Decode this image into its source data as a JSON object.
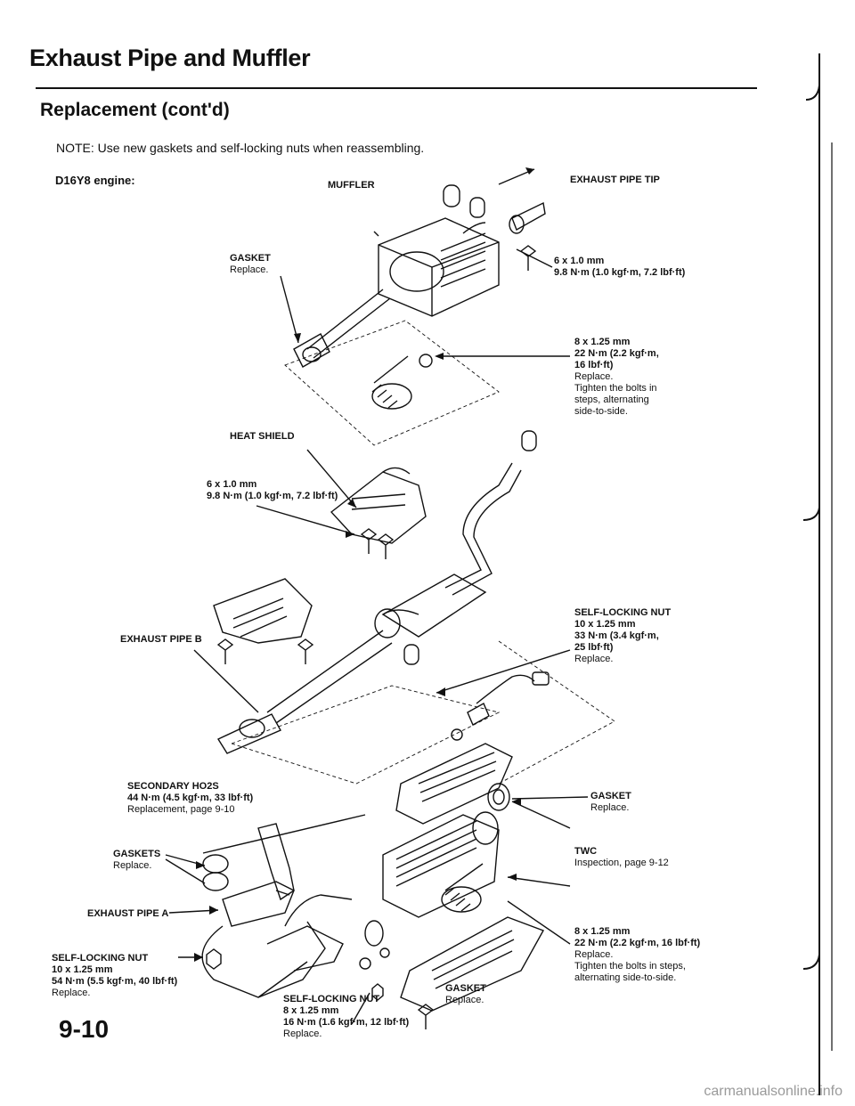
{
  "header": {
    "title": "Exhaust Pipe and Muffler",
    "section": "Replacement (cont'd)",
    "note": "NOTE:  Use new gaskets and self-locking nuts when reassembling.",
    "engine": "D16Y8 engine:"
  },
  "labels": {
    "muffler": "MUFFLER",
    "exhaust_pipe_tip": "EXHAUST PIPE TIP",
    "gasket_top": {
      "name": "GASKET",
      "note": "Replace."
    },
    "bolt_tip": {
      "size": "6 x 1.0 mm",
      "torque": "9.8 N·m (1.0 kgf·m, 7.2 lbf·ft)"
    },
    "spring_bolt_upper": {
      "size": "8 x 1.25 mm",
      "torque1": "22 N·m (2.2 kgf·m,",
      "torque2": "16 lbf·ft)",
      "line1": "Replace.",
      "line2": "Tighten the bolts in",
      "line3": "steps, alternating",
      "line4": "side-to-side."
    },
    "heat_shield": "HEAT SHIELD",
    "bolt_shield": {
      "size": "6 x 1.0 mm",
      "torque": "9.8 N·m (1.0 kgf·m, 7.2 lbf·ft)"
    },
    "exhaust_pipe_b": "EXHAUST PIPE B",
    "nut_upper": {
      "name": "SELF-LOCKING NUT",
      "size": "10 x 1.25 mm",
      "torque1": "33 N·m (3.4 kgf·m,",
      "torque2": "25 lbf·ft)",
      "note": "Replace."
    },
    "secondary_ho2s": {
      "name": "SECONDARY HO2S",
      "torque": "44 N·m (4.5 kgf·m, 33 lbf·ft)",
      "note": "Replacement, page 9-10"
    },
    "gasket_mid": {
      "name": "GASKET",
      "note": "Replace."
    },
    "twc": {
      "name": "TWC",
      "note": "Inspection, page 9-12"
    },
    "gaskets": {
      "name": "GASKETS",
      "note": "Replace."
    },
    "exhaust_pipe_a": "EXHAUST PIPE A",
    "spring_bolt_lower": {
      "size": "8 x 1.25 mm",
      "torque": "22 N·m (2.2 kgf·m, 16 lbf·ft)",
      "line1": "Replace.",
      "line2": "Tighten the bolts in steps,",
      "line3": "alternating side-to-side."
    },
    "gasket_low": {
      "name": "GASKET",
      "note": "Replace."
    },
    "nut_lower_left": {
      "name": "SELF-LOCKING NUT",
      "size": "10 x 1.25 mm",
      "torque": "54 N·m (5.5 kgf·m, 40 lbf·ft)",
      "note": "Replace."
    },
    "nut_lower_mid": {
      "name": "SELF-LOCKING NUT",
      "size": "8 x 1.25 mm",
      "torque": "16 N·m (1.6 kgf·m, 12 lbf·ft)",
      "note": "Replace."
    }
  },
  "footer": {
    "page_number": "9-10",
    "watermark": "carmanualsonline.info"
  }
}
